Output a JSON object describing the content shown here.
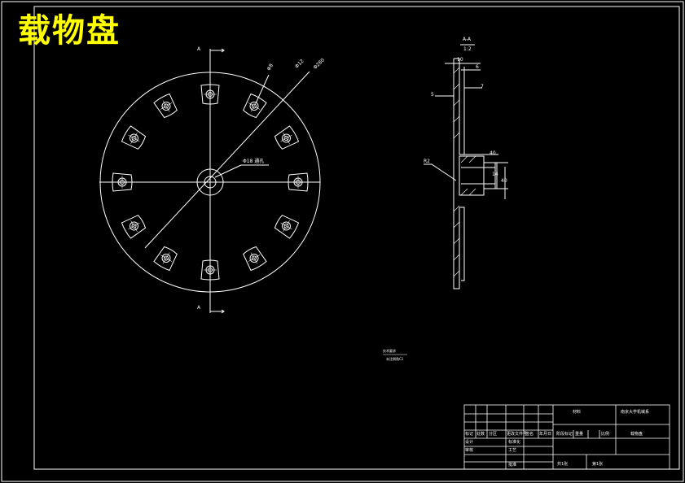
{
  "drawing_title": "载物盘",
  "main_view": {
    "section_marker_top": "A",
    "section_marker_bottom": "A",
    "dim_hole": "Φ8",
    "dim_bolt_circle": "Φ12",
    "dim_outer": "Φ280",
    "dim_center_hole": "Φ18 通孔"
  },
  "section_view": {
    "title": "A-A",
    "scale": "1:2",
    "dims": [
      "10",
      "6",
      "7",
      "5",
      "40",
      "14",
      "40"
    ],
    "chamfer_label": "R2"
  },
  "notes": [
    "技术要求",
    "未注倒角C1"
  ],
  "title_block": {
    "part_name": "载物盘",
    "material_cell": "材料",
    "school": "南京大学机械系",
    "drawing_name": "载物盘",
    "row_labels": [
      "标记",
      "处数",
      "分区",
      "更改文件号",
      "签名",
      "年月日"
    ],
    "design_label": "设计",
    "standard_label": "标准化",
    "check_label": "审核",
    "process_label": "工艺",
    "approve_label": "批准",
    "header_cols": [
      "阶段标记",
      "重量",
      "比例"
    ],
    "sheet_total": "共1张",
    "sheet_num": "第1张"
  },
  "colors": {
    "background": "#000000",
    "line": "#ffffff",
    "title": "#ffff00"
  }
}
